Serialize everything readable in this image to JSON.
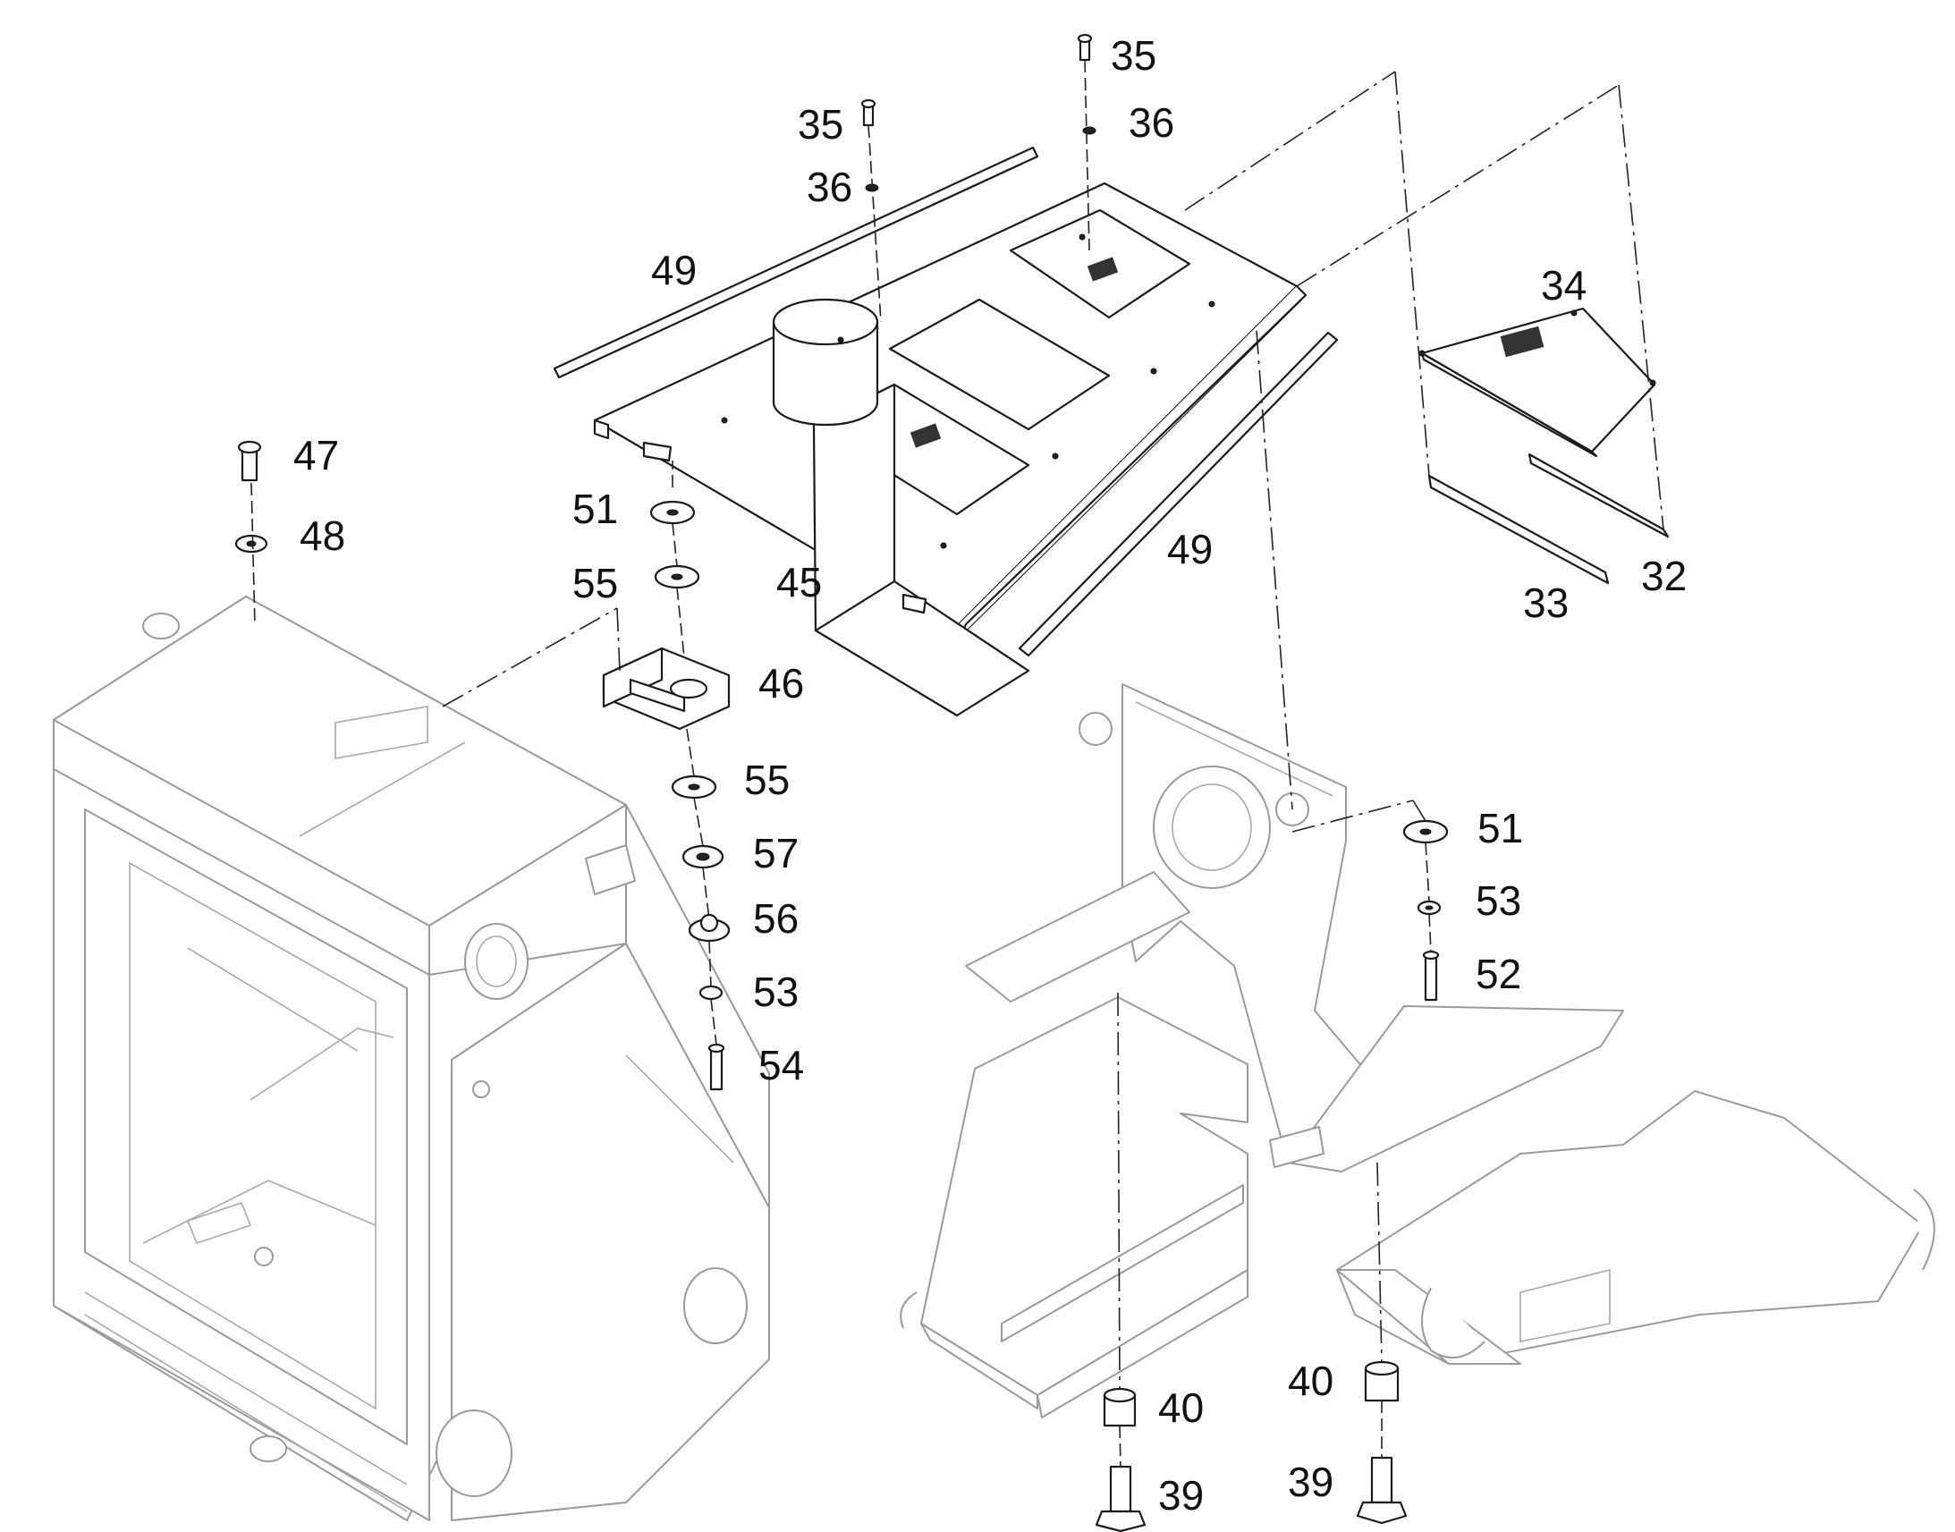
{
  "callouts": [
    {
      "id": "c35a",
      "text": "35"
    },
    {
      "id": "c35b",
      "text": "35"
    },
    {
      "id": "c36a",
      "text": "36"
    },
    {
      "id": "c36b",
      "text": "36"
    },
    {
      "id": "c49a",
      "text": "49"
    },
    {
      "id": "c49b",
      "text": "49"
    },
    {
      "id": "c34",
      "text": "34"
    },
    {
      "id": "c47",
      "text": "47"
    },
    {
      "id": "c48",
      "text": "48"
    },
    {
      "id": "c51a",
      "text": "51"
    },
    {
      "id": "c55a",
      "text": "55"
    },
    {
      "id": "c45",
      "text": "45"
    },
    {
      "id": "c46",
      "text": "46"
    },
    {
      "id": "c55b",
      "text": "55"
    },
    {
      "id": "c57",
      "text": "57"
    },
    {
      "id": "c56",
      "text": "56"
    },
    {
      "id": "c53a",
      "text": "53"
    },
    {
      "id": "c54",
      "text": "54"
    },
    {
      "id": "c33",
      "text": "33"
    },
    {
      "id": "c32",
      "text": "32"
    },
    {
      "id": "c51b",
      "text": "51"
    },
    {
      "id": "c53b",
      "text": "53"
    },
    {
      "id": "c52",
      "text": "52"
    },
    {
      "id": "c40a",
      "text": "40"
    },
    {
      "id": "c40b",
      "text": "40"
    },
    {
      "id": "c39a",
      "text": "39"
    },
    {
      "id": "c39b",
      "text": "39"
    }
  ],
  "colors": {
    "ink": "#111111",
    "ghost": "#9a9a9a",
    "background": "#ffffff"
  }
}
